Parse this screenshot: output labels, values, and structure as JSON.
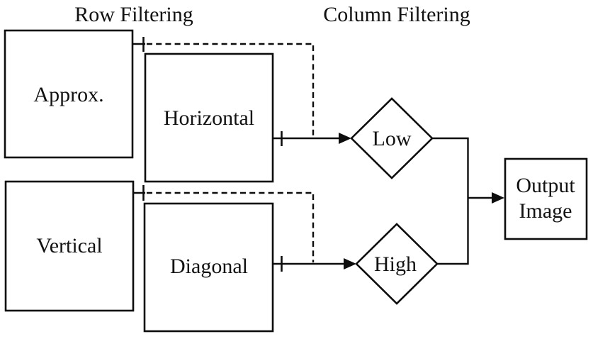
{
  "diagram": {
    "titles": {
      "row": "Row Filtering",
      "column": "Column Filtering"
    },
    "nodes": {
      "approx": "Approx.",
      "horizontal": "Horizontal",
      "vertical": "Vertical",
      "diagonal": "Diagonal",
      "low": "Low",
      "high": "High",
      "output_line1": "Output",
      "output_line2": "Image"
    },
    "colors": {
      "stroke": "#0d0d0d",
      "text": "#121212",
      "background": "#ffffff"
    },
    "legend": {
      "tick_marks": "downsample-tick",
      "dashed_lines": "secondary-path",
      "solid_lines": "primary-path"
    }
  }
}
